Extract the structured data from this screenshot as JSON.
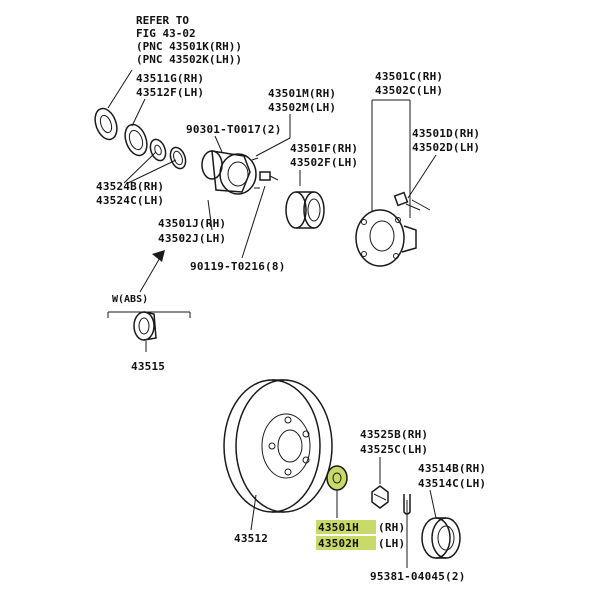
{
  "diagram": {
    "highlight_color": "#c9d96a",
    "refer_note": {
      "line1": "REFER TO",
      "line2": "FIG 43-02",
      "line3": "(PNC 43501K(RH))",
      "line4": "(PNC 43502K(LH))"
    },
    "labels": {
      "p43511g": "43511G(RH)",
      "p43512f": "43512F(LH)",
      "p43524b": "43524B(RH)",
      "p43524c": "43524C(LH)",
      "p90301": "90301-T0017(2)",
      "p43501m": "43501M(RH)",
      "p43502m": "43502M(LH)",
      "p43501f": "43501F(RH)",
      "p43502f": "43502F(LH)",
      "p43501j": "43501J(RH)",
      "p43502j": "43502J(LH)",
      "p90119": "90119-T0216(8)",
      "p43501c": "43501C(RH)",
      "p43502c": "43502C(LH)",
      "p43501d": "43501D(RH)",
      "p43502d": "43502D(LH)",
      "w_abs": "W(ABS)",
      "p43515": "43515",
      "p43512": "43512",
      "p43525b": "43525B(RH)",
      "p43525c": "43525C(LH)",
      "p43514b": "43514B(RH)",
      "p43514c": "43514C(LH)",
      "p43501h_num": "43501H",
      "p43501h_side": "(RH)",
      "p43502h_num": "43502H",
      "p43502h_side": "(LH)",
      "p95381": "95381-04045(2)"
    }
  }
}
